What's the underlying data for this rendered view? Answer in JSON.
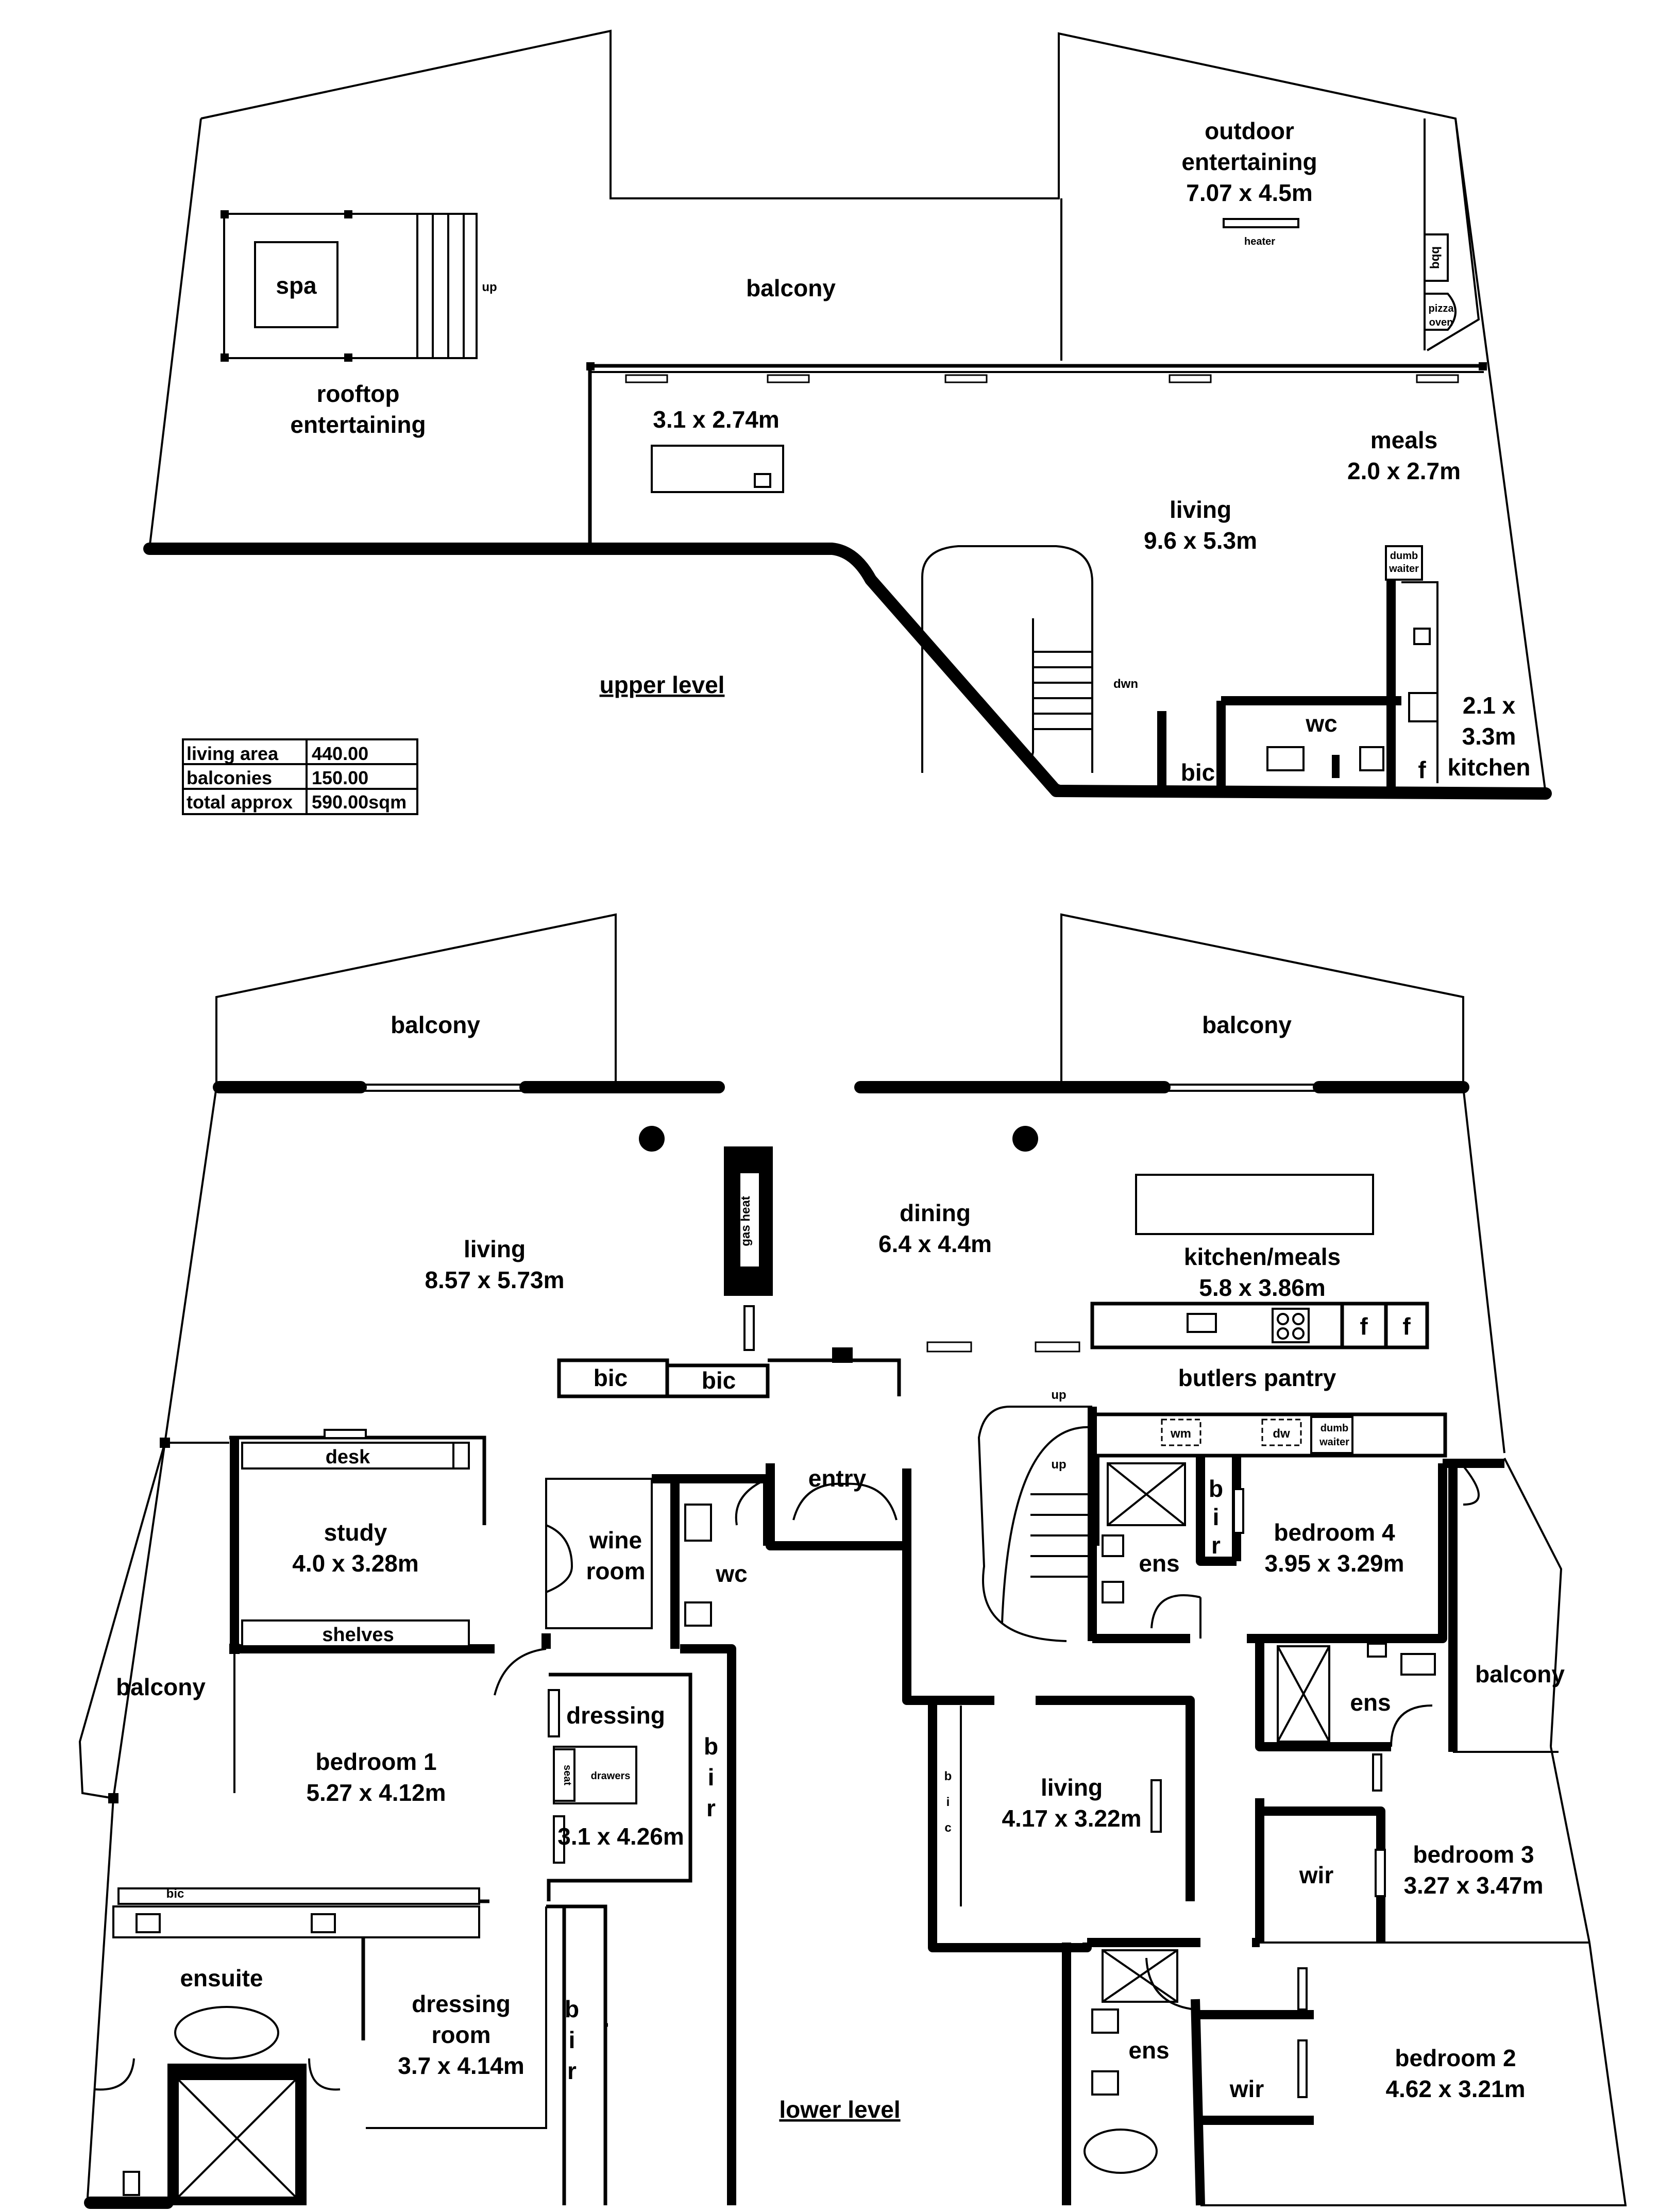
{
  "upper": {
    "heading": "upper level",
    "spa": "spa",
    "up": "up",
    "rooftop_line1": "rooftop",
    "rooftop_line2": "entertaining",
    "balcony": "balcony",
    "outdoor_line1": "outdoor",
    "outdoor_line2": "entertaining",
    "outdoor_dims": "7.07 x 4.5m",
    "heater": "heater",
    "bbq": "bbq",
    "pizza_line1": "pizza",
    "pizza_line2": "oven",
    "room_dims": "3.1 x 2.74m",
    "meals": "meals",
    "meals_dims": "2.0 x 2.7m",
    "living": "living",
    "living_dims": "9.6 x 5.3m",
    "dumb_line1": "dumb",
    "dumb_line2": "waiter",
    "dwn": "dwn",
    "wc": "wc",
    "bic": "bic",
    "f": "f",
    "kitchen_dims1": "2.1 x",
    "kitchen_dims2": "3.3m",
    "kitchen": "kitchen"
  },
  "area_table": {
    "rows": [
      {
        "label": "living area",
        "value": "440.00"
      },
      {
        "label": "balconies",
        "value": "150.00"
      },
      {
        "label": "total approx",
        "value": "590.00sqm"
      }
    ]
  },
  "lower": {
    "heading": "lower level",
    "balcony_left": "balcony",
    "balcony_right": "balcony",
    "living": "living",
    "living_dims": "8.57 x 5.73m",
    "gas_heat": "gas heat",
    "dining": "dining",
    "dining_dims": "6.4 x 4.4m",
    "kitchen": "kitchen/meals",
    "kitchen_dims": "5.8 x 3.86m",
    "f": "f",
    "bic": "bic",
    "butlers": "butlers pantry",
    "up": "up",
    "wm": "wm",
    "dw": "dw",
    "dumb_line1": "dumb",
    "dumb_line2": "waiter",
    "desk": "desk",
    "study": "study",
    "study_dims": "4.0 x 3.28m",
    "shelves": "shelves",
    "wine_line1": "wine",
    "wine_line2": "room",
    "wc": "wc",
    "entry": "entry",
    "b": "b",
    "i": "i",
    "r": "r",
    "c": "c",
    "ens": "ens",
    "bedroom4": "bedroom 4",
    "bedroom4_dims": "3.95 x 3.29m",
    "balcony_west": "balcony",
    "balcony_east": "balcony",
    "bedroom1": "bedroom 1",
    "bedroom1_dims": "5.27 x 4.12m",
    "dressing": "dressing",
    "seat": "seat",
    "drawers": "drawers",
    "dressing_dims": "3.1 x 4.26m",
    "living2": "living",
    "living2_dims": "4.17 x 3.22m",
    "wir": "wir",
    "bedroom3": "bedroom 3",
    "bedroom3_dims": "3.27 x 3.47m",
    "ensuite": "ensuite",
    "dressing_room1": "dressing",
    "dressing_room2": "room",
    "dressing_room_dims": "3.7 x 4.14m",
    "bedroom2": "bedroom 2",
    "bedroom2_dims": "4.62 x 3.21m"
  }
}
